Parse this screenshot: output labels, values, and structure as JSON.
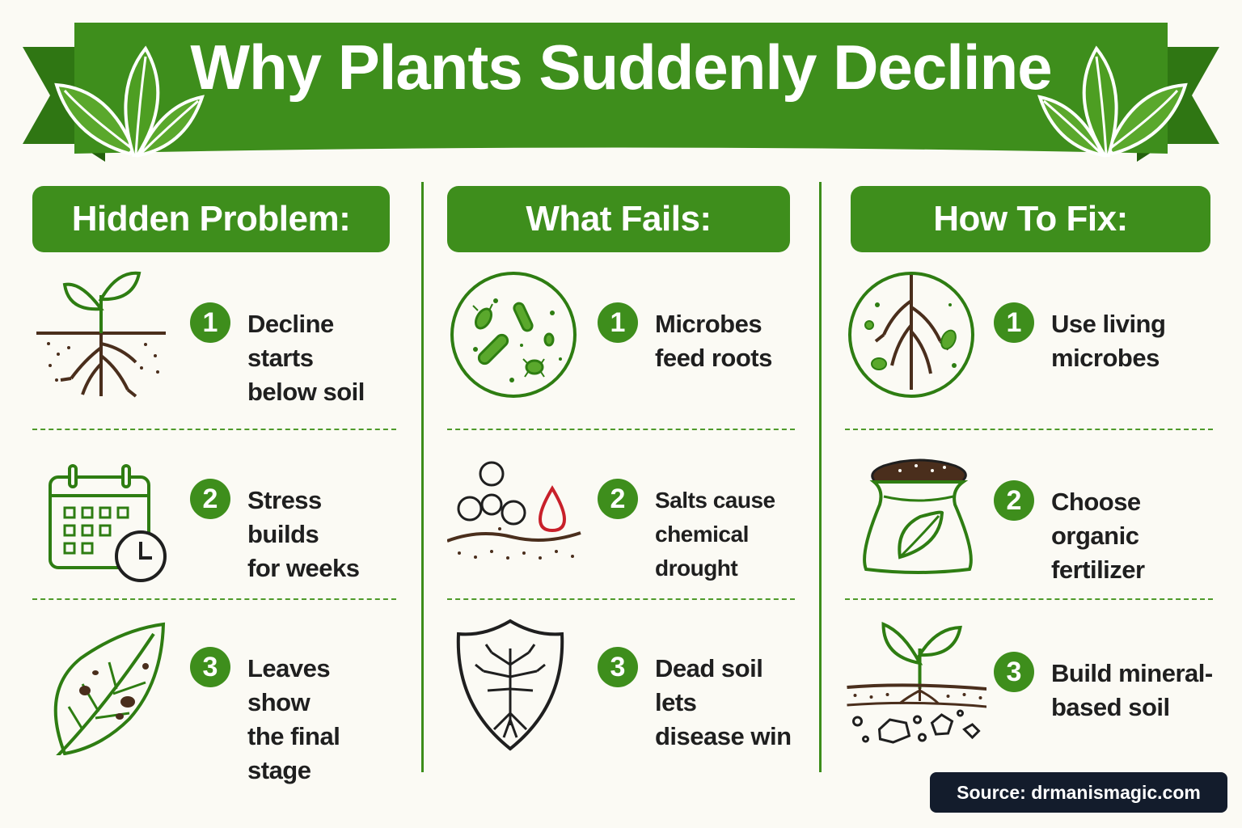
{
  "banner": {
    "title": "Why Plants Suddenly Decline"
  },
  "columns": [
    {
      "header": "Hidden Problem:",
      "items": [
        {
          "number": "1",
          "line1": "Decline starts",
          "line2": "below soil",
          "icon": "sprout-roots-icon"
        },
        {
          "number": "2",
          "line1": "Stress builds",
          "line2": "for weeks",
          "icon": "calendar-clock-icon"
        },
        {
          "number": "3",
          "line1": "Leaves show",
          "line2": "the final stage",
          "icon": "spotted-leaf-icon"
        }
      ]
    },
    {
      "header": "What Fails:",
      "items": [
        {
          "number": "1",
          "line1": "Microbes",
          "line2": "feed roots",
          "icon": "microbes-circle-icon"
        },
        {
          "number": "2",
          "line1": "Salts cause",
          "line2": "chemical drought",
          "icon": "salt-crystals-drop-icon"
        },
        {
          "number": "3",
          "line1": "Dead soil lets",
          "line2": "disease win",
          "icon": "shield-tree-icon"
        }
      ]
    },
    {
      "header": "How To Fix:",
      "items": [
        {
          "number": "1",
          "line1": "Use living",
          "line2": "microbes",
          "icon": "roots-microbes-circle-icon"
        },
        {
          "number": "2",
          "line1": "Choose organic",
          "line2": "fertilizer",
          "icon": "fertilizer-bag-icon"
        },
        {
          "number": "3",
          "line1": "Build mineral-",
          "line2": "based soil",
          "icon": "sprout-mineral-soil-icon"
        }
      ]
    }
  ],
  "footer": {
    "source": "Source: drmanismagic.com"
  },
  "colors": {
    "green": "#3e8e1c",
    "dark_green": "#2d6e12",
    "background": "#fbfaf4",
    "badge": "#131c2c",
    "soil": "#4a2e1c",
    "drop": "#c8202a"
  }
}
